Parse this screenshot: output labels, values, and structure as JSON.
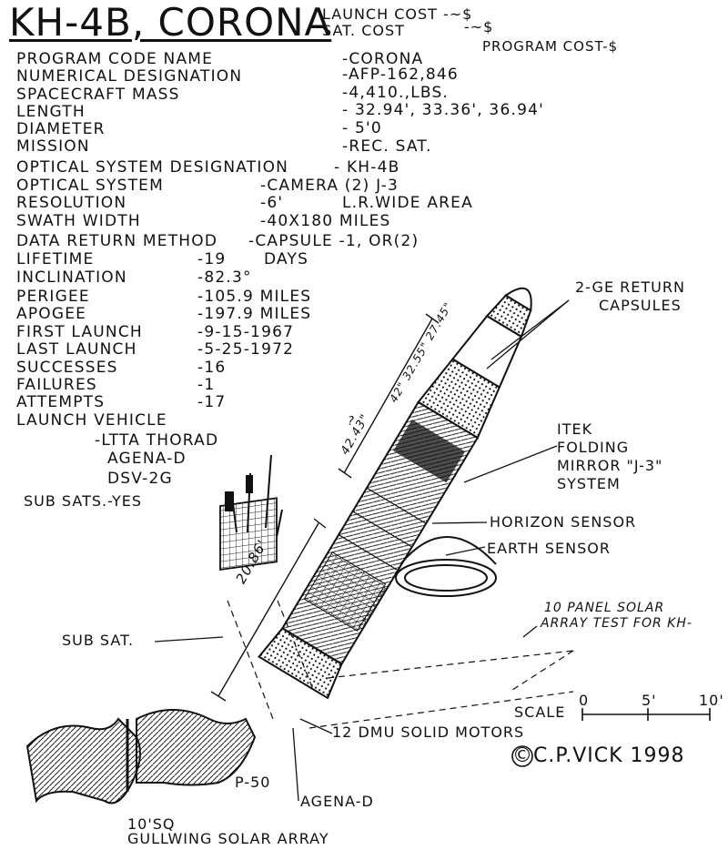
{
  "header": {
    "title": "KH-4B, CORONA",
    "launch_cost": "LAUNCH COST -~$",
    "sat_cost_label": "SAT. COST",
    "sat_cost_value": "-~$",
    "program_cost": "PROGRAM COST-$"
  },
  "specs": [
    {
      "label": "PROGRAM CODE NAME",
      "value": "-CORONA"
    },
    {
      "label": "NUMERICAL DESIGNATION",
      "value": "-AFP-162,846"
    },
    {
      "label": "SPACECRAFT MASS",
      "value": "-4,410.,LBS."
    },
    {
      "label": "LENGTH",
      "value": "- 32.94', 33.36', 36.94'"
    },
    {
      "label": "DIAMETER",
      "value": "- 5'0"
    },
    {
      "label": "MISSION",
      "value": "-REC. SAT."
    },
    {
      "label": "OPTICAL SYSTEM DESIGNATION",
      "value": "- KH-4B"
    },
    {
      "label": "OPTICAL SYSTEM",
      "value": "-CAMERA (2) J-3"
    },
    {
      "label": "RESOLUTION",
      "value": "-6'"
    },
    {
      "label": "SWATH WIDTH",
      "value": "-40X180 MILES"
    },
    {
      "label": "DATA RETURN METHOD",
      "value": "-CAPSULE -1, OR(2)"
    },
    {
      "label": "LIFETIME",
      "value": "-19"
    },
    {
      "label": "INCLINATION",
      "value": "-82.3°"
    },
    {
      "label": "PERIGEE",
      "value": "-105.9 MILES"
    },
    {
      "label": "APOGEE",
      "value": "-197.9 MILES"
    },
    {
      "label": "FIRST LAUNCH",
      "value": "-9-15-1967"
    },
    {
      "label": "LAST LAUNCH",
      "value": "-5-25-1972"
    },
    {
      "label": "SUCCESSES",
      "value": "-16"
    },
    {
      "label": "FAILURES",
      "value": "-1"
    },
    {
      "label": "ATTEMPTS",
      "value": "-17"
    },
    {
      "label": "LAUNCH VEHICLE",
      "value": ""
    }
  ],
  "extras": {
    "resolution_note": "L.R.WIDE AREA",
    "lifetime_unit": "DAYS",
    "launch_vehicle": [
      "-LTTA THORAD",
      "AGENA-D",
      "DSV-2G"
    ],
    "sub_sats": "SUB SATS.-YES"
  },
  "callouts": {
    "return_capsules": [
      "2-GE RETURN",
      "CAPSULES"
    ],
    "itek": [
      "ITEK",
      "FOLDING",
      "MIRROR \"J-3\"",
      "SYSTEM"
    ],
    "horizon_sensor": "HORIZON SENSOR",
    "earth_sensor": "EARTH SENSOR",
    "solar_test": [
      "10 PANEL SOLAR",
      "ARRAY TEST FOR KH-"
    ],
    "sub_sat": "SUB SAT.",
    "solid_motors": "12 DMU SOLID MOTORS",
    "agena": "AGENA-D",
    "p50": "P-50",
    "gullwing": [
      "10'SQ",
      "GULLWING SOLAR ARRAY"
    ],
    "copyright": "©C.P.VICK 1998",
    "drawing_signature": "C.P.VICK 1998"
  },
  "dimensions": {
    "d1": "20.86'",
    "d2": "42.43\"",
    "d3": "42\" 32.55\" 27.45\"",
    "q": "?"
  },
  "scale": {
    "label": "SCALE",
    "ticks": [
      "0",
      "5'",
      "10'"
    ]
  }
}
